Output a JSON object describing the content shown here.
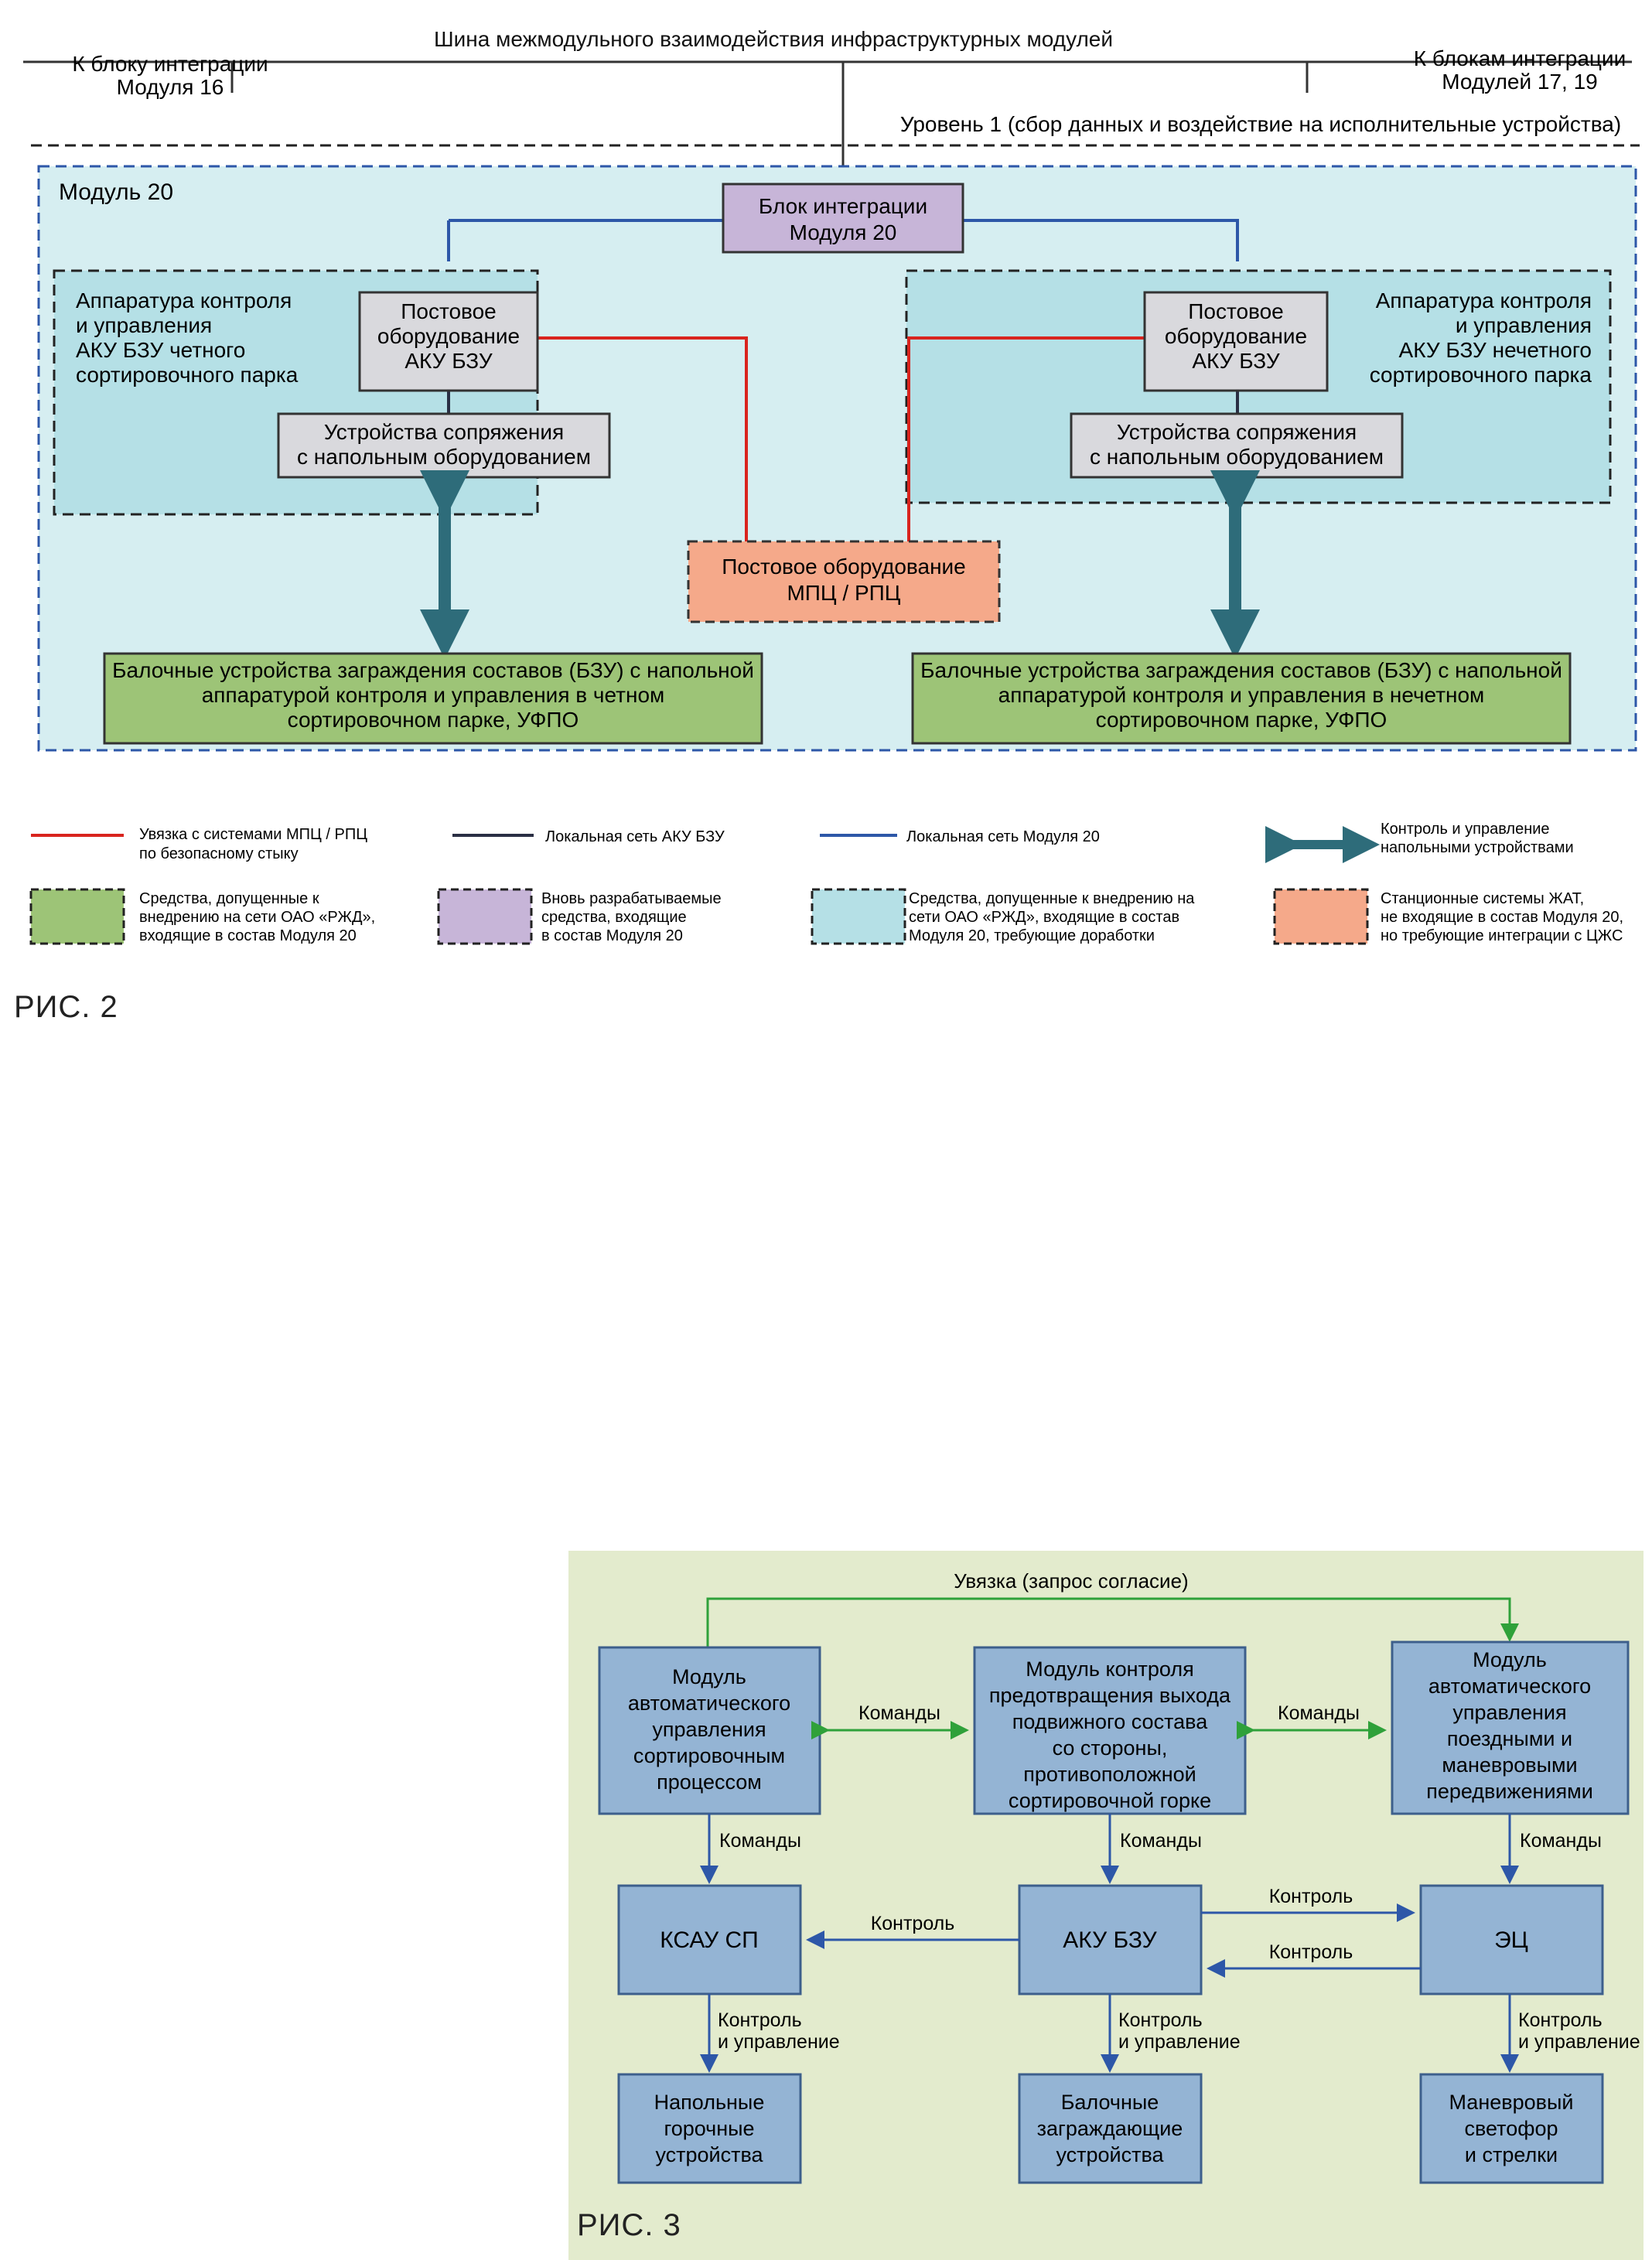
{
  "figure2": {
    "caption": "РИС. 2",
    "bus_label": "Шина межмодульного взаимодействия инфраструктурных модулей",
    "to_module16": [
      "К блоку интеграции",
      "Модуля 16"
    ],
    "to_modules17_19": [
      "К блокам интеграции",
      "Модулей 17, 19"
    ],
    "level1": "Уровень 1 (сбор данных и воздействие на исполнительные устройства)",
    "module_label": "Модуль 20",
    "integration_block": [
      "Блок интеграции",
      "Модуля 20"
    ],
    "left_group_title": [
      "Аппаратура контроля",
      "и управления",
      "АКУ БЗУ четного",
      "сортировочного парка"
    ],
    "right_group_title": [
      "Аппаратура контроля",
      "и управления",
      "АКУ БЗУ нечетного",
      "сортировочного парка"
    ],
    "post_equipment": [
      "Постовое",
      "оборудование",
      "АКУ БЗУ"
    ],
    "interface_devices": [
      "Устройства сопряжения",
      "с напольным оборудованием"
    ],
    "mpc_block": [
      "Постовое оборудование",
      "МПЦ / РПЦ"
    ],
    "bzu_even": [
      "Балочные устройства заграждения составов (БЗУ) с напольной",
      "аппаратурой контроля и управления в четном",
      "сортировочном парке, УФПО"
    ],
    "bzu_odd": [
      "Балочные устройства заграждения составов (БЗУ) с напольной",
      "аппаратурой контроля и управления в нечетном",
      "сортировочном парке, УФПО"
    ],
    "legend": {
      "red_line": [
        "Увязка с системами МПЦ / РПЦ",
        "по безопасному стыку"
      ],
      "dark_line": "Локальная сеть АКУ БЗУ",
      "blue_line": "Локальная сеть Модуля 20",
      "arrow": [
        "Контроль и управление",
        "напольными устройствами"
      ],
      "green_box": [
        "Средства, допущенные к",
        "внедрению на сети ОАО «РЖД»,",
        "входящие в состав Модуля 20"
      ],
      "purple_box": [
        "Вновь разрабатываемые",
        "средства, входящие",
        "в состав Модуля 20"
      ],
      "cyan_box": [
        "Средства, допущенные к внедрению на",
        "сети ОАО «РЖД», входящие в состав",
        "Модуля 20, требующие доработки"
      ],
      "orange_box": [
        "Станционные системы ЖАТ,",
        "не входящие в состав Модуля 20,",
        "но требующие интеграции с ЦЖС"
      ]
    }
  },
  "figure3": {
    "caption": "РИС. 3",
    "top_link": "Увязка (запрос согласие)",
    "box_sort_auto": [
      "Модуль",
      "автоматического",
      "управления",
      "сортировочным",
      "процессом"
    ],
    "box_prevent": [
      "Модуль контроля",
      "предотвращения выхода",
      "подвижного состава",
      "со стороны,",
      "противоположной",
      "сортировочной горке"
    ],
    "box_train_auto": [
      "Модуль",
      "автоматического",
      "управления",
      "поездными и",
      "маневровыми",
      "передвижениями"
    ],
    "box_ksau": "КСАУ СП",
    "box_aku": "АКУ БЗУ",
    "box_ec": "ЭЦ",
    "box_floor": [
      "Напольные",
      "горочные",
      "устройства"
    ],
    "box_beam": [
      "Балочные",
      "заграждающие",
      "устройства"
    ],
    "box_shunt": [
      "Маневровый",
      "светофор",
      "и стрелки"
    ],
    "label_commands": "Команды",
    "label_control": "Контроль",
    "label_control_mgmt": [
      "Контроль",
      "и управление"
    ]
  },
  "colors": {
    "green_fill": "#9dc477",
    "purple_fill": "#c7b5d8",
    "cyan_fill": "#b5e0e6",
    "orange_fill": "#f5a98a",
    "gray_fill": "#d9d9dd",
    "fig3_bg": "#e3ebcd",
    "fig3_box": "#94b4d4",
    "fig3_border": "#3d5f8c",
    "green_arrow": "#2fa13a",
    "red_link": "#d9241e",
    "blue_link": "#2d57a8",
    "teal_arrow": "#2e6c7a"
  }
}
